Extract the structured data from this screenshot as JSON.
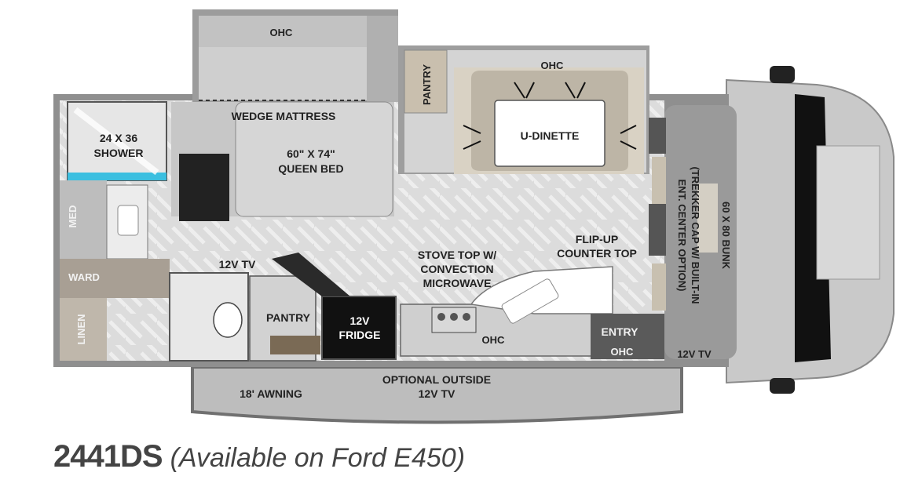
{
  "labels": {
    "ohc": "OHC",
    "shower": [
      "24 X 36",
      "SHOWER"
    ],
    "wedge_mattress": "WEDGE MATTRESS",
    "queen_bed": [
      "60\" X 74\"",
      "QUEEN BED"
    ],
    "pantry_top": "PANTRY",
    "u_dinette": "U-DINETTE",
    "bunk": [
      "60 X 80 BUNK",
      "(TREKKER CAP W/ BUILT-IN",
      "ENT. CENTER OPTION)"
    ],
    "med": "MED",
    "ward": "WARD",
    "linen": "LINEN",
    "tv_12v": "12V TV",
    "pantry_bottom": "PANTRY",
    "fridge": [
      "12V",
      "FRIDGE"
    ],
    "stove": [
      "STOVE TOP W/",
      "CONVECTION",
      "MICROWAVE"
    ],
    "flip_up": [
      "FLIP-UP",
      "COUNTER TOP"
    ],
    "entry": "ENTRY",
    "awning": "18' AWNING",
    "outside_tv": [
      "OPTIONAL OUTSIDE",
      "12V TV"
    ]
  },
  "caption": {
    "model": "2441DS",
    "availability": "(Available on Ford E450)"
  },
  "colors": {
    "outer": "#7a7a7a",
    "slide": "#b5b5b5",
    "floor": "#d9d9d9",
    "fridge": "#111111",
    "shower_accent": "#3bbfe0"
  }
}
